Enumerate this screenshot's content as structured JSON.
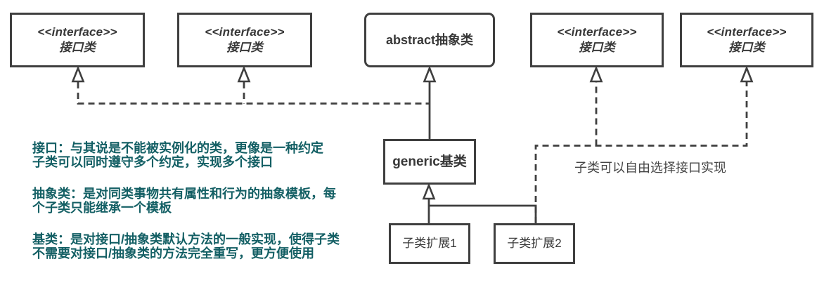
{
  "diagram": {
    "colors": {
      "line": "#3f3f3f",
      "note_text": "#135f64",
      "annotation_text": "#454545",
      "box_text": "#383838",
      "background": "#ffffff"
    },
    "boxes": {
      "interface1": {
        "stereotype": "<<interface>>",
        "name": "接口类"
      },
      "interface2": {
        "stereotype": "<<interface>>",
        "name": "接口类"
      },
      "abstract": {
        "name": "abstract抽象类"
      },
      "interface3": {
        "stereotype": "<<interface>>",
        "name": "接口类"
      },
      "interface4": {
        "stereotype": "<<interface>>",
        "name": "接口类"
      },
      "generic": {
        "name": "generic基类"
      },
      "subclass1": {
        "name": "子类扩展1"
      },
      "subclass2": {
        "name": "子类扩展2"
      }
    },
    "annotation": "子类可以自由选择接口实现",
    "notes": [
      {
        "lines": [
          "接口：与其说是不能被实例化的类，更像是一种约定",
          "子类可以同时遵守多个约定，实现多个接口"
        ]
      },
      {
        "lines": [
          "抽象类：是对同类事物共有属性和行为的抽象模板，每",
          "个子类只能继承一个模板"
        ]
      },
      {
        "lines": [
          "基类：是对接口/抽象类默认方法的一般实现，使得子类",
          "不需要对接口/抽象类的方法完全重写，更方便使用"
        ]
      }
    ]
  }
}
